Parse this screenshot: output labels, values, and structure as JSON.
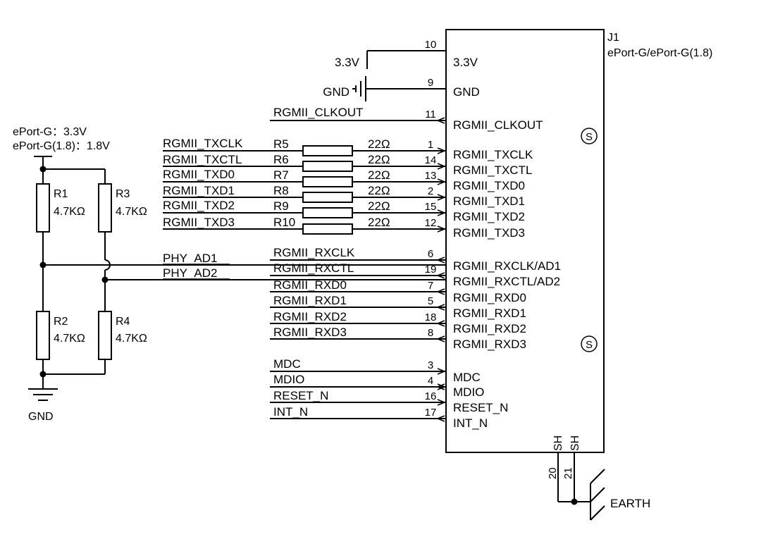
{
  "connector": {
    "ref": "J1",
    "part": "ePort-G/ePort-G(1.8)",
    "pins": [
      {
        "num": "10",
        "name": "3.3V",
        "net": "3.3V",
        "dir": "none"
      },
      {
        "num": "9",
        "name": "GND",
        "net": "GND",
        "dir": "none"
      },
      {
        "num": "11",
        "name": "RGMII_CLKOUT",
        "net": "RGMII_CLKOUT",
        "dir": "out"
      },
      {
        "num": "1",
        "name": "RGMII_TXCLK",
        "net": "RGMII_TXCLK",
        "dir": "in"
      },
      {
        "num": "14",
        "name": "RGMII_TXCTL",
        "net": "RGMII_TXCTL",
        "dir": "in"
      },
      {
        "num": "13",
        "name": "RGMII_TXD0",
        "net": "RGMII_TXD0",
        "dir": "in"
      },
      {
        "num": "2",
        "name": "RGMII_TXD1",
        "net": "RGMII_TXD1",
        "dir": "in"
      },
      {
        "num": "15",
        "name": "RGMII_TXD2",
        "net": "RGMII_TXD2",
        "dir": "in"
      },
      {
        "num": "12",
        "name": "RGMII_TXD3",
        "net": "RGMII_TXD3",
        "dir": "in"
      },
      {
        "num": "6",
        "name": "RGMII_RXCLK/AD1",
        "net": "RGMII_RXCLK",
        "dir": "out"
      },
      {
        "num": "19",
        "name": "RGMII_RXCTL/AD2",
        "net": "RGMII_RXCTL",
        "dir": "out"
      },
      {
        "num": "7",
        "name": "RGMII_RXD0",
        "net": "RGMII_RXD0",
        "dir": "out"
      },
      {
        "num": "5",
        "name": "RGMII_RXD1",
        "net": "RGMII_RXD1",
        "dir": "out"
      },
      {
        "num": "18",
        "name": "RGMII_RXD2",
        "net": "RGMII_RXD2",
        "dir": "out"
      },
      {
        "num": "8",
        "name": "RGMII_RXD3",
        "net": "RGMII_RXD3",
        "dir": "out"
      },
      {
        "num": "3",
        "name": "MDC",
        "net": "MDC",
        "dir": "in"
      },
      {
        "num": "4",
        "name": "MDIO",
        "net": "MDIO",
        "dir": "bidir"
      },
      {
        "num": "16",
        "name": "RESET_N",
        "net": "RESET_N",
        "dir": "in"
      },
      {
        "num": "17",
        "name": "INT_N",
        "net": "INT_N",
        "dir": "out"
      }
    ],
    "shield_pins": [
      {
        "num": "20",
        "name": "SH"
      },
      {
        "num": "21",
        "name": "SH"
      }
    ],
    "shield_marker": "S",
    "earth_label": "EARTH"
  },
  "series_resistors": [
    {
      "ref": "R5",
      "value": "22Ω"
    },
    {
      "ref": "R6",
      "value": "22Ω"
    },
    {
      "ref": "R7",
      "value": "22Ω"
    },
    {
      "ref": "R8",
      "value": "22Ω"
    },
    {
      "ref": "R9",
      "value": "22Ω"
    },
    {
      "ref": "R10",
      "value": "22Ω"
    }
  ],
  "strap": {
    "note_line1": "ePort-G：3.3V",
    "note_line2": "ePort-G(1.8)：1.8V",
    "resistors": [
      {
        "ref": "R1",
        "value": "4.7KΩ"
      },
      {
        "ref": "R3",
        "value": "4.7KΩ"
      },
      {
        "ref": "R2",
        "value": "4.7KΩ"
      },
      {
        "ref": "R4",
        "value": "4.7KΩ"
      }
    ],
    "net_ad1": "PHY_AD1",
    "net_ad2": "PHY_AD2",
    "gnd_label": "GND"
  }
}
